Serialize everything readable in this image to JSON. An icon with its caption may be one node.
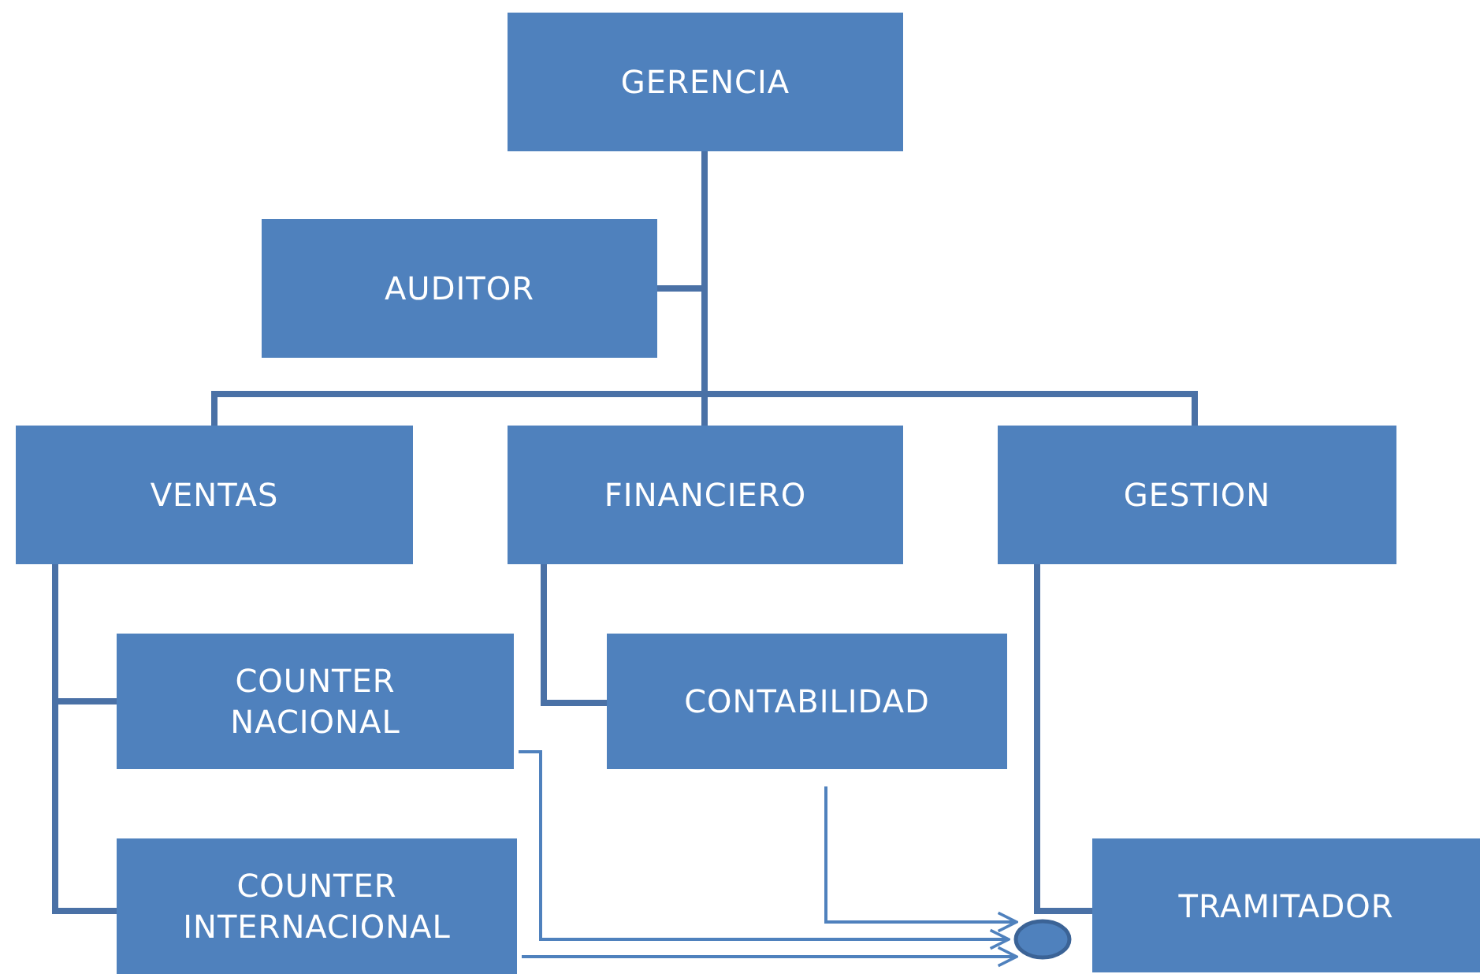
{
  "diagram": {
    "nodes": [
      {
        "text": [
          "GERENCIA"
        ]
      },
      {
        "text": [
          "AUDITOR"
        ]
      },
      {
        "text": [
          "VENTAS"
        ]
      },
      {
        "text": [
          "FINANCIERO"
        ]
      },
      {
        "text": [
          "GESTION"
        ]
      },
      {
        "text": [
          "COUNTER NACIONAL"
        ]
      },
      {
        "text": [
          "CONTABILIDAD"
        ]
      },
      {
        "text": [
          "COUNTER INTERNACIONAL"
        ]
      },
      {
        "text": [],
        "shape": "circle"
      },
      {
        "text": [
          "TRAMITADOR"
        ]
      }
    ],
    "edges": [
      {
        "from": 0,
        "to": 1,
        "arrow": "none"
      },
      {
        "from": 0,
        "to": 2,
        "arrow": "none"
      },
      {
        "from": 0,
        "to": 3,
        "arrow": "none"
      },
      {
        "from": 0,
        "to": 4,
        "arrow": "none"
      },
      {
        "from": 2,
        "to": 5,
        "arrow": "none"
      },
      {
        "from": 2,
        "to": 7,
        "arrow": "none"
      },
      {
        "from": 3,
        "to": 6,
        "arrow": "none"
      },
      {
        "from": 4,
        "to": 9,
        "arrow": "none"
      },
      {
        "from": 5,
        "to": 8,
        "arrow": "to"
      },
      {
        "from": 6,
        "to": 8,
        "arrow": "to"
      },
      {
        "from": 7,
        "to": 8,
        "arrow": "to"
      }
    ]
  }
}
